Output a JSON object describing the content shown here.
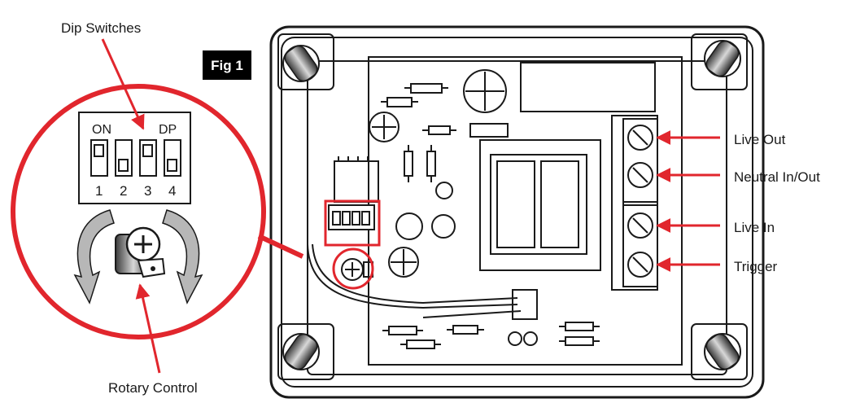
{
  "figure_label": "Fig 1",
  "callouts": {
    "dip_switches": "Dip Switches",
    "rotary_control": "Rotary Control"
  },
  "dip_panel": {
    "on_label": "ON",
    "dp_label": "DP",
    "switch_numbers": [
      "1",
      "2",
      "3",
      "4"
    ]
  },
  "terminals": [
    {
      "label": "Live Out"
    },
    {
      "label": "Neutral In/Out"
    },
    {
      "label": "Live In"
    },
    {
      "label": "Trigger"
    }
  ],
  "colors": {
    "accent_red": "#e1262d",
    "line": "#1a1a1a",
    "background": "#ffffff"
  }
}
